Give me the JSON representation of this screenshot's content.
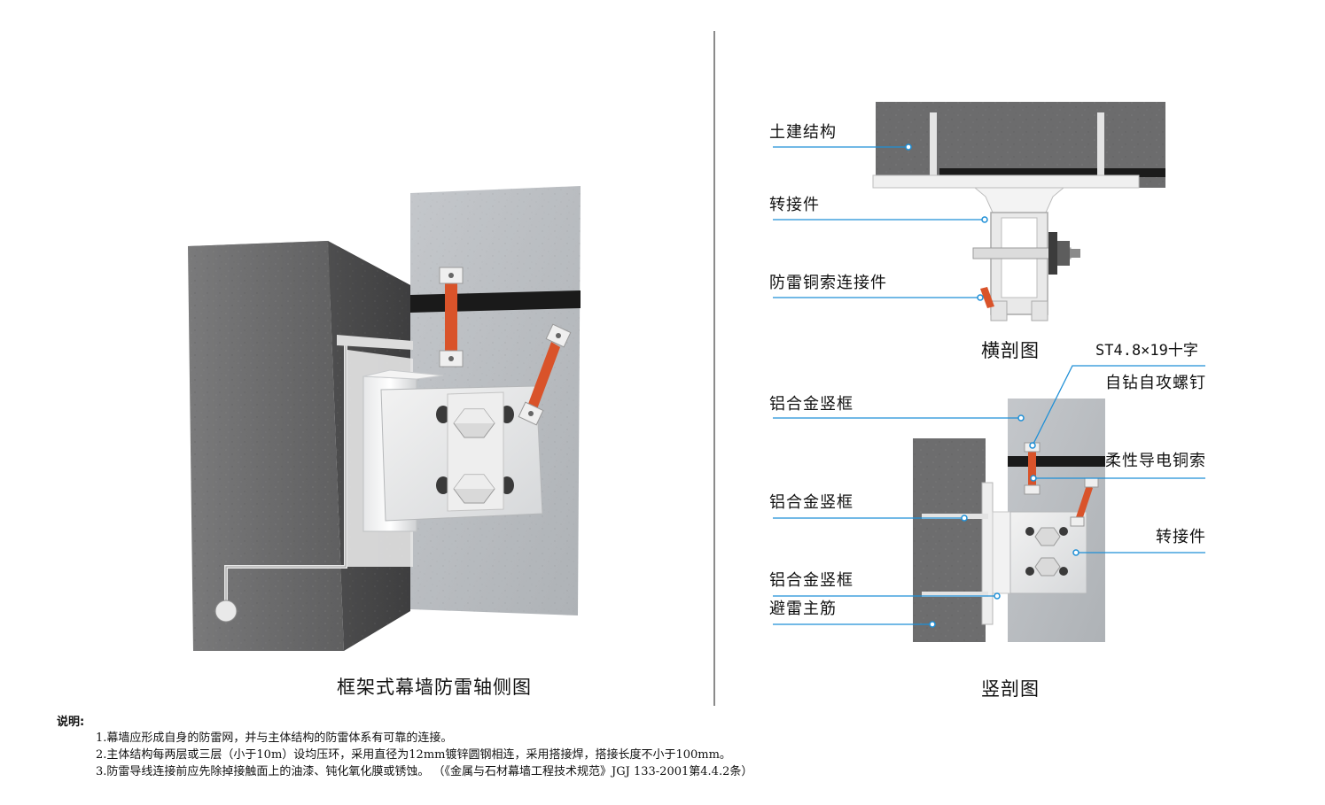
{
  "captions": {
    "axonometric": "框架式幕墙防雷轴侧图",
    "horizontal_section": "横剖图",
    "vertical_section": "竖剖图"
  },
  "top_callouts": {
    "civil_structure": "土建结构",
    "adapter": "转接件",
    "copper_cable_connector": "防雷铜索连接件"
  },
  "bottom_callouts": {
    "aluminum_mullion_1": "铝合金竖框",
    "aluminum_mullion_2": "铝合金竖框",
    "aluminum_mullion_3": "铝合金竖框",
    "lightning_rebar": "避雷主筋",
    "screw_line1": "ST4.8×19十字",
    "screw_line2": "自钻自攻螺钉",
    "flexible_cable": "柔性导电铜索",
    "adapter": "转接件"
  },
  "notes": {
    "title": "说明:",
    "items": [
      "1.幕墙应形成自身的防雷网，并与主体结构的防雷体系有可靠的连接。",
      "2.主体结构每两层或三层（小于10m）设均压环，采用直径为12mm镀锌圆钢相连，采用搭接焊，搭接长度不小于100mm。",
      "3.防雷导线连接前应先除掉接触面上的油漆、钝化氧化膜或锈蚀。 （《金属与石材幕墙工程技术规范》JGJ 133-2001第4.4.2条）"
    ]
  },
  "colors": {
    "callout_line": "#1e8fd6",
    "copper": "#d9532a",
    "concrete": "#6f6f70",
    "panel": "#b9bcc0"
  }
}
